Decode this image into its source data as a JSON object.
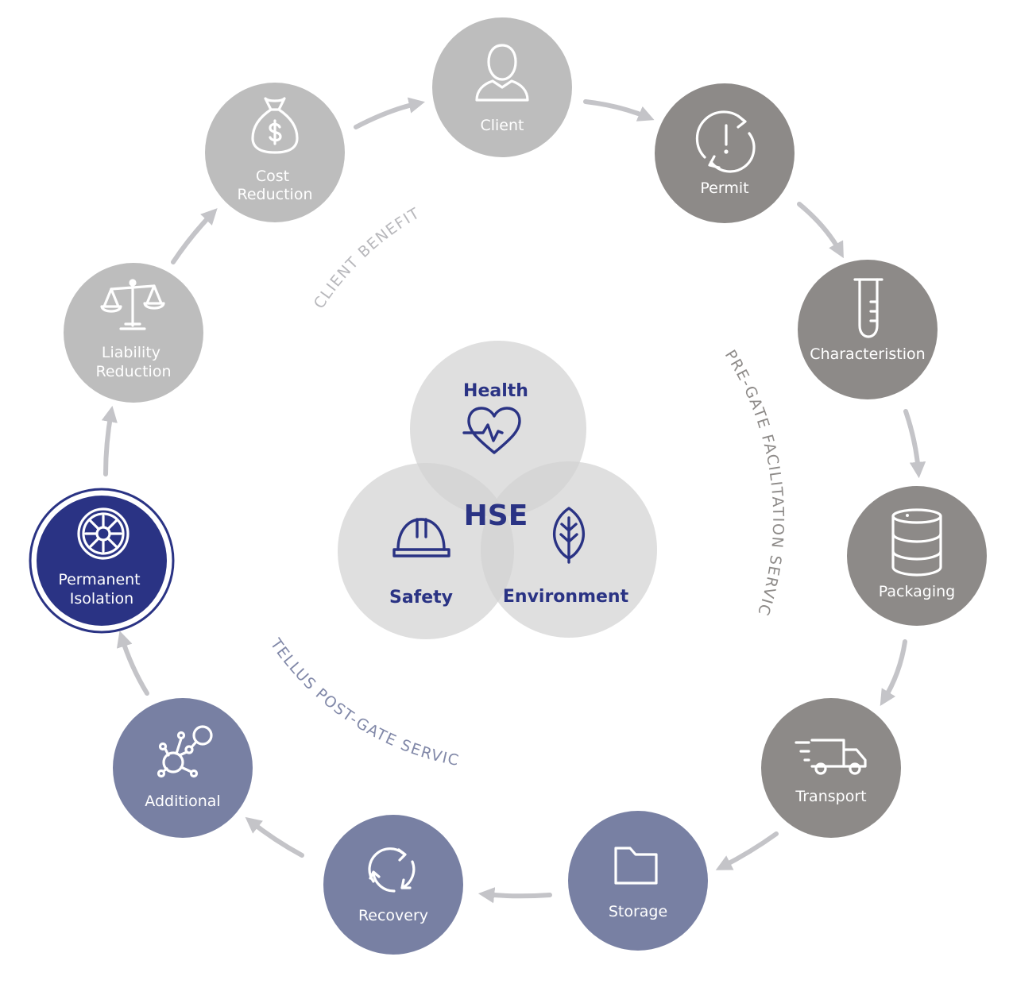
{
  "colors": {
    "light_gray": "#bdbdbd",
    "dark_gray": "#8d8a88",
    "slate_blue": "#7880a3",
    "navy": "#2a3384",
    "arrow": "#c4c4c8",
    "venn": "#d3d3d3",
    "arc_gray_text": "#b8b8bc",
    "arc_blue_text": "#8188a8"
  },
  "nodes": [
    {
      "id": "client",
      "label_lines": [
        "Client"
      ],
      "icon": "person-icon"
    },
    {
      "id": "permit",
      "label_lines": [
        "Permit"
      ],
      "icon": "permit-sync-icon"
    },
    {
      "id": "characterisation",
      "label_lines": [
        "Characteristion"
      ],
      "icon": "test-tube-icon"
    },
    {
      "id": "packaging",
      "label_lines": [
        "Packaging"
      ],
      "icon": "barrel-icon"
    },
    {
      "id": "transport",
      "label_lines": [
        "Transport"
      ],
      "icon": "truck-icon"
    },
    {
      "id": "storage",
      "label_lines": [
        "Storage"
      ],
      "icon": "folder-icon"
    },
    {
      "id": "recovery",
      "label_lines": [
        "Recovery"
      ],
      "icon": "recycle-icon"
    },
    {
      "id": "additional",
      "label_lines": [
        "Additional"
      ],
      "icon": "molecule-icon"
    },
    {
      "id": "permanent-isolation",
      "label_lines": [
        "Permanent",
        "Isolation"
      ],
      "icon": "wheel-icon"
    },
    {
      "id": "liability-reduction",
      "label_lines": [
        "Liability",
        "Reduction"
      ],
      "icon": "scales-icon"
    },
    {
      "id": "cost-reduction",
      "label_lines": [
        "Cost",
        "Reduction"
      ],
      "icon": "money-bag-icon"
    }
  ],
  "arc_labels": {
    "client_benefits": "CLIENT BENEFITS",
    "pre_gate": "PRE-GATE FACILITATION SERVICES",
    "post_gate": "TELLUS POST-GATE SERVICES"
  },
  "venn": {
    "center": "HSE",
    "health": "Health",
    "safety": "Safety",
    "environment": "Environment"
  }
}
